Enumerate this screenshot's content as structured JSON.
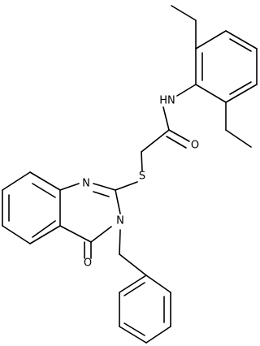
{
  "structure": {
    "atoms": {
      "nh": "HN",
      "o_amide": "O",
      "s": "S",
      "n1": "N",
      "n3": "N",
      "o_ketone": "O"
    }
  },
  "colors": {
    "bond": "#000000",
    "label": "#000000",
    "background": "#ffffff"
  }
}
